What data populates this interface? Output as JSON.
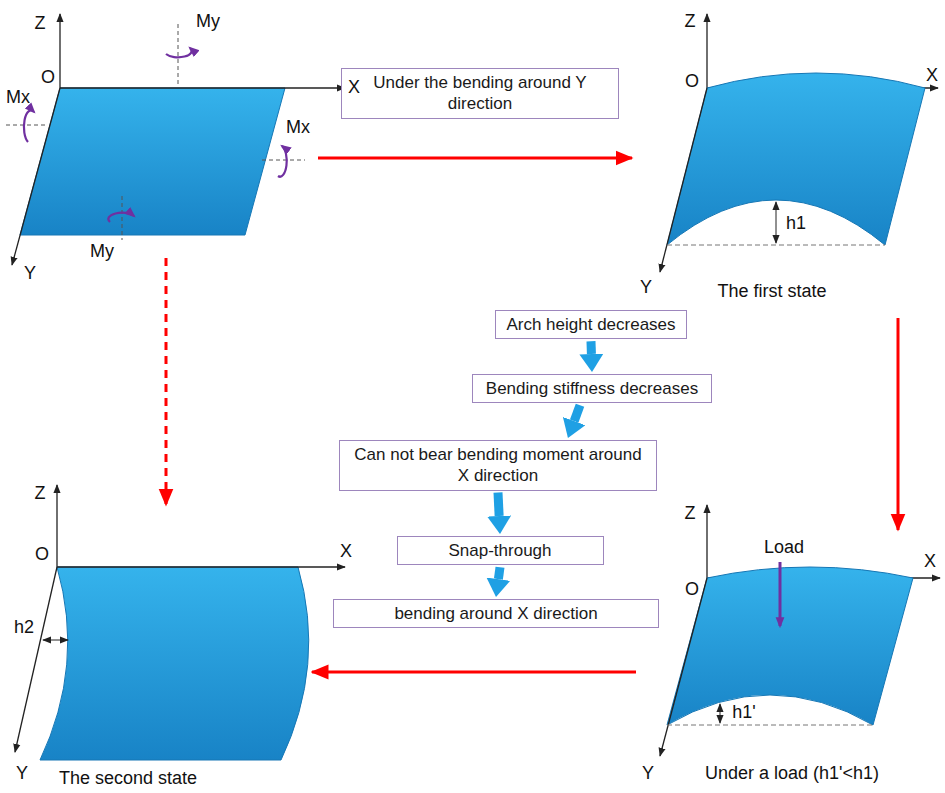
{
  "diagram": {
    "nodes": [
      {
        "text": [
          "Under the bending around Y direction"
        ]
      },
      {
        "text": [
          "Arch height decreases"
        ]
      },
      {
        "text": [
          "Bending stiffness decreases"
        ]
      },
      {
        "text": [
          "Can not bear bending moment around X direction"
        ]
      },
      {
        "text": [
          "Snap-through"
        ]
      },
      {
        "text": [
          "bending around X direction"
        ]
      }
    ],
    "edges": [
      {
        "from": 1,
        "to": 2,
        "arrow": "to"
      },
      {
        "from": 2,
        "to": 3,
        "arrow": "to"
      },
      {
        "from": 3,
        "to": 4,
        "arrow": "to"
      },
      {
        "from": 4,
        "to": 5,
        "arrow": "to"
      }
    ],
    "labels": [
      "Z",
      "O",
      "X",
      "My",
      "Mx",
      "Mx",
      "My",
      "Y",
      "Z",
      "X",
      "O",
      "h1",
      "Y",
      "The first state",
      "Z",
      "O",
      "X",
      "Load",
      "h1'",
      "Y",
      "Under a load (h1'<h1)",
      "Z",
      "O",
      "X",
      "h2",
      "Y",
      "The second state"
    ]
  }
}
